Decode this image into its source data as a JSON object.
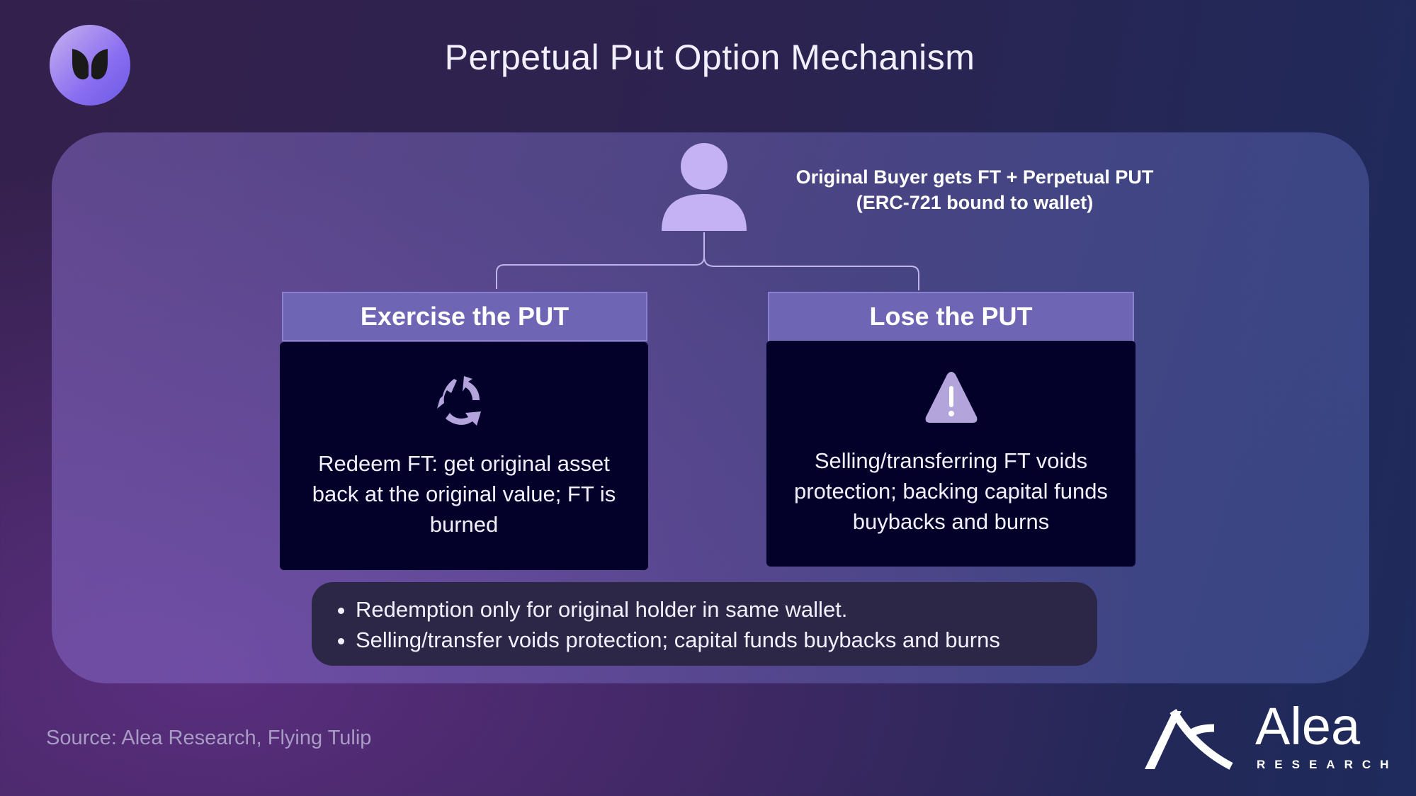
{
  "title": "Perpetual Put Option Mechanism",
  "logo_left": "Flying Tulip logo",
  "root": {
    "caption_line1": "Original Buyer gets FT + Perpetual PUT",
    "caption_line2": "(ERC-721 bound to wallet)"
  },
  "branches": [
    {
      "header": "Exercise the PUT",
      "icon": "recycle-icon",
      "text": "Redeem FT: get original asset back at the original value; FT is burned"
    },
    {
      "header": "Lose the PUT",
      "icon": "warning-icon",
      "text": "Selling/transferring FT voids protection; backing capital funds buybacks and burns"
    }
  ],
  "notes": [
    "Redemption only for original holder in same wallet.",
    "Selling/transfer voids protection; capital funds buybacks and burns"
  ],
  "source": "Source: Alea Research, Flying Tulip",
  "brand": {
    "name": "Alea",
    "sub": "RESEARCH"
  },
  "colors": {
    "dark_box": "#03002a",
    "header": "#6e66b4",
    "icon": "#b4a4dc"
  }
}
